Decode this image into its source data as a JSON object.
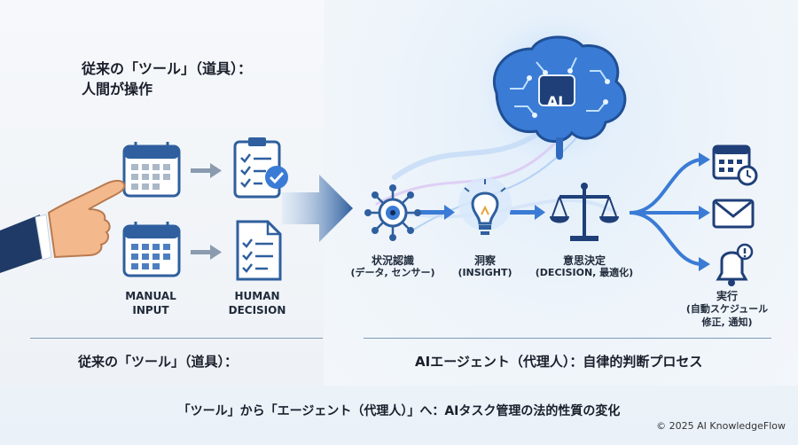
{
  "left_panel": {
    "title": "従来の「ツール」（道具）：\n人間が操作",
    "manual_input_label": "MANUAL\nINPUT",
    "human_decision_label": "HUMAN\nDECISION",
    "section_label": "従来の「ツール」（道具）："
  },
  "right_panel": {
    "brain_badge": "AI",
    "steps": [
      {
        "label": "状況認識",
        "sub": "(データ, センサー)",
        "icon": "sensor-eye-icon"
      },
      {
        "label": "洞察",
        "sub": "(INSIGHT)",
        "icon": "lightbulb-icon"
      },
      {
        "label": "意思決定",
        "sub": "(DECISION, 最適化)",
        "icon": "scales-icon"
      }
    ],
    "execution": {
      "label": "実行",
      "sub": "(自動スケジュール\n修正, 通知)",
      "icons": [
        "calendar-clock-icon",
        "envelope-icon",
        "bell-alert-icon"
      ]
    },
    "section_label": "AIエージェント（代理人）：自律的判断プロセス"
  },
  "footer": {
    "title": "「ツール」から「エージェント（代理人）」へ：AIタスク管理の法的性質の変化",
    "copyright": "© 2025 AI KnowledgeFlow"
  },
  "colors": {
    "primary_blue": "#2f5f9e",
    "accent_blue": "#3a7bd5",
    "glow_blue": "#7fb3f0",
    "arrow_gray": "#8a9bb0"
  }
}
